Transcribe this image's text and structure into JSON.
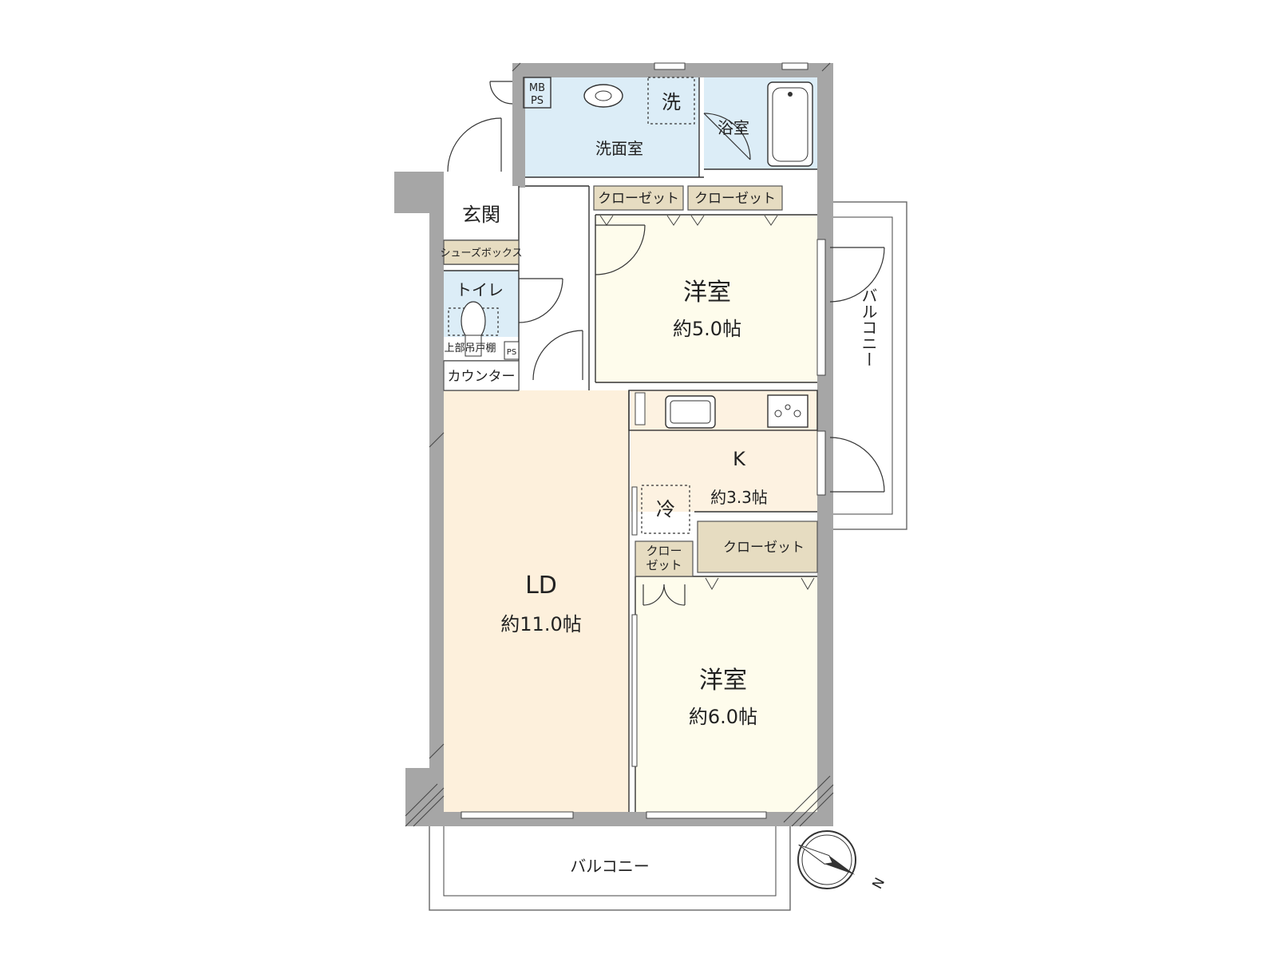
{
  "colors": {
    "wall": "#a6a6a6",
    "wet_area": "#dcedf7",
    "living": "#fdf0dc",
    "bedroom": "#fefcec",
    "kitchen": "#fdf2e1",
    "closet": "#e6dcc1",
    "entrance": "#ffffff"
  },
  "rooms": {
    "ld": {
      "name": "LD",
      "area": "約11.0帖"
    },
    "kitchen": {
      "name": "K",
      "area": "約3.3帖"
    },
    "bedroom_north": {
      "name": "洋室",
      "area": "約5.0帖"
    },
    "bedroom_south": {
      "name": "洋室",
      "area": "約6.0帖"
    },
    "washroom": {
      "name": "洗面室"
    },
    "bath": {
      "name": "浴室"
    },
    "toilet": {
      "name": "トイレ"
    },
    "entrance": {
      "name": "玄関"
    }
  },
  "fixtures": {
    "mbps_line1": "MB",
    "mbps_line2": "PS",
    "washer": "洗",
    "fridge": "冷",
    "shoe_box": "シューズボックス",
    "upper_shelf": "上部吊戸棚",
    "ps": "PS",
    "counter": "カウンター"
  },
  "closets": {
    "north_left": "クローゼット",
    "north_right": "クローゼット",
    "south_large": "クローゼット",
    "south_small_line1": "クロー",
    "south_small_line2": "ゼット"
  },
  "balconies": {
    "east": "バルコニー",
    "south": "バルコニー"
  },
  "compass": {
    "label": "N",
    "rotation_deg": 118
  }
}
